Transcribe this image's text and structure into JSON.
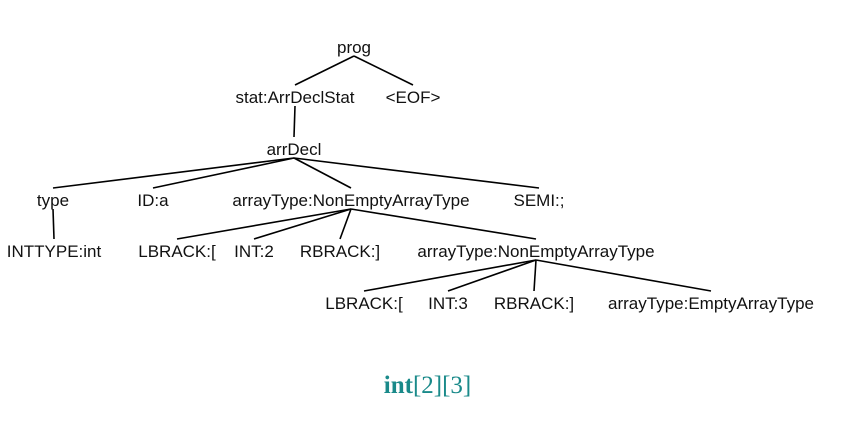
{
  "tree": {
    "nodes": [
      {
        "id": "prog",
        "label": "prog",
        "parent": null
      },
      {
        "id": "stat",
        "label": "stat:ArrDeclStat",
        "parent": "prog"
      },
      {
        "id": "eof",
        "label": "<EOF>",
        "parent": "prog"
      },
      {
        "id": "arrDecl",
        "label": "arrDecl",
        "parent": "stat"
      },
      {
        "id": "type",
        "label": "type",
        "parent": "arrDecl"
      },
      {
        "id": "id",
        "label": "ID:a",
        "parent": "arrDecl"
      },
      {
        "id": "arrType1",
        "label": "arrayType:NonEmptyArrayType",
        "parent": "arrDecl"
      },
      {
        "id": "semi",
        "label": "SEMI:;",
        "parent": "arrDecl"
      },
      {
        "id": "inttype",
        "label": "INTTYPE:int",
        "parent": "type"
      },
      {
        "id": "lbrack1",
        "label": "LBRACK:[",
        "parent": "arrType1"
      },
      {
        "id": "int2",
        "label": "INT:2",
        "parent": "arrType1"
      },
      {
        "id": "rbrack1",
        "label": "RBRACK:]",
        "parent": "arrType1"
      },
      {
        "id": "arrType2",
        "label": "arrayType:NonEmptyArrayType",
        "parent": "arrType1"
      },
      {
        "id": "lbrack2",
        "label": "LBRACK:[",
        "parent": "arrType2"
      },
      {
        "id": "int3",
        "label": "INT:3",
        "parent": "arrType2"
      },
      {
        "id": "rbrack2",
        "label": "RBRACK:]",
        "parent": "arrType2"
      },
      {
        "id": "arrType3",
        "label": "arrayType:EmptyArrayType",
        "parent": "arrType2"
      }
    ]
  },
  "caption": {
    "keyword": "int",
    "rest": "[2][3]",
    "color": "#1a8a8a"
  }
}
